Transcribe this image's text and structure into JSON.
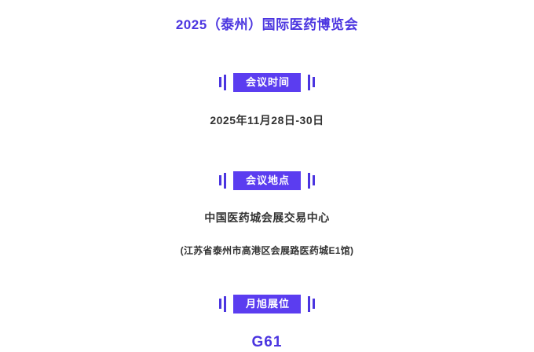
{
  "document": {
    "title": "2025（泰州）国际医药博览会",
    "sections": [
      {
        "badge": "会议时间",
        "text": "2025年11月28日-30日"
      },
      {
        "badge": "会议地点",
        "text": "中国医药城会展交易中心",
        "subtext": "(江苏省泰州市高港区会展路医药城E1馆)"
      },
      {
        "badge": "月旭展位",
        "text": "G61"
      }
    ],
    "colors": {
      "accent": "#4b35e0",
      "badge_bg": "#5b3df0",
      "text": "#333333",
      "background": "#ffffff"
    }
  }
}
